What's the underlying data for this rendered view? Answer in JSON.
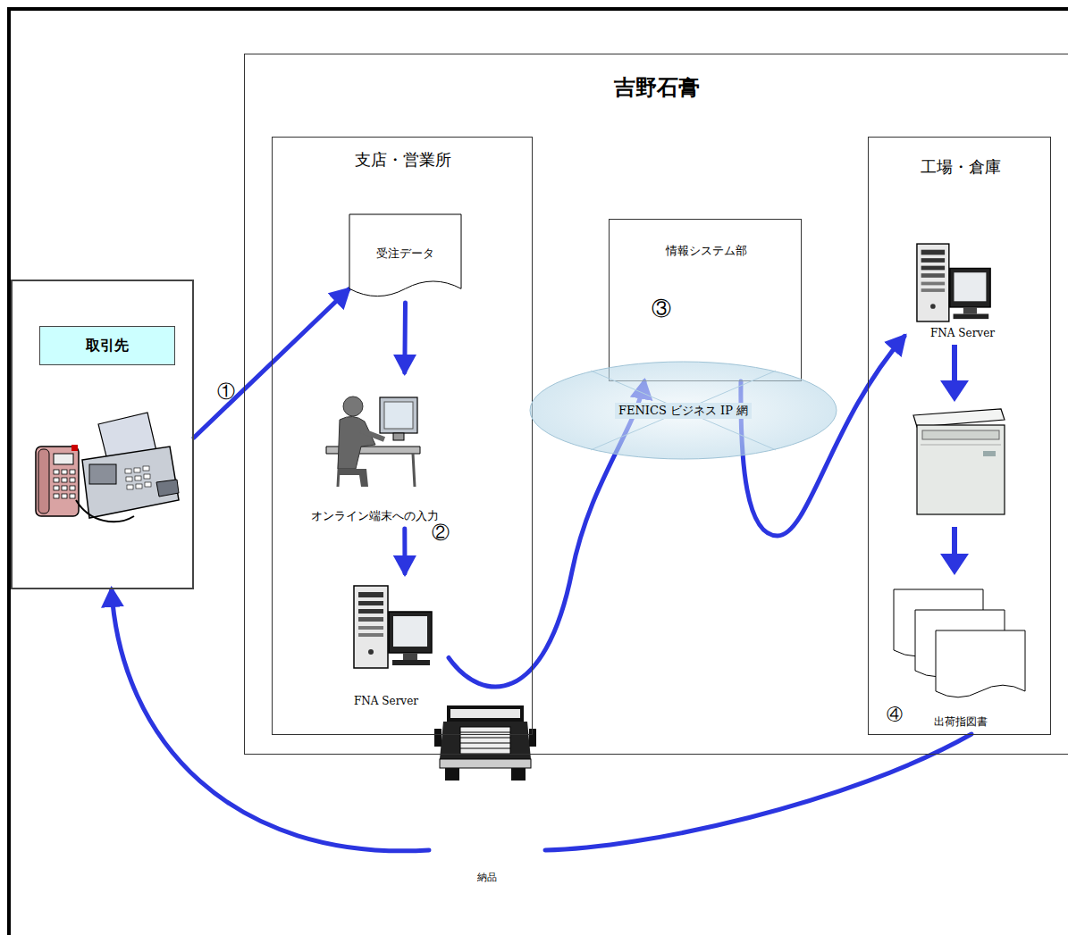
{
  "diagram": {
    "nodes": [
      {
        "text": [
          "取引先"
        ]
      },
      {
        "text": [
          "吉野石膏"
        ]
      },
      {
        "text": [
          "支店・営業所"
        ],
        "in": 1
      },
      {
        "text": [
          "受注データ"
        ],
        "in": 2
      },
      {
        "text": [
          "オンライン端末への入力"
        ],
        "in": 2
      },
      {
        "text": [
          "FNA Server"
        ],
        "in": 2
      },
      {
        "text": [
          "情報システム部",
          "③"
        ],
        "in": 1
      },
      {
        "text": [
          "FENICS ビジネス IP 網"
        ],
        "in": 1
      },
      {
        "text": [
          "工場・倉庫"
        ],
        "in": 1
      },
      {
        "text": [
          "FNA Server"
        ],
        "in": 8
      },
      {
        "text": [
          "出荷指図書"
        ],
        "in": 8
      },
      {
        "text": [
          "納品"
        ]
      }
    ],
    "edges": [
      {
        "from": 0,
        "to": 3,
        "arrow": "to",
        "label": "①"
      },
      {
        "from": 3,
        "to": 4,
        "arrow": "to"
      },
      {
        "from": 4,
        "to": 5,
        "arrow": "to",
        "label": "②"
      },
      {
        "from": 5,
        "to": 6,
        "arrow": "to"
      },
      {
        "from": 6,
        "to": 9,
        "arrow": "to"
      },
      {
        "from": 10,
        "to": 11,
        "arrow": "none"
      },
      {
        "from": 11,
        "to": 0,
        "arrow": "to"
      }
    ],
    "labels": [
      "④"
    ]
  }
}
